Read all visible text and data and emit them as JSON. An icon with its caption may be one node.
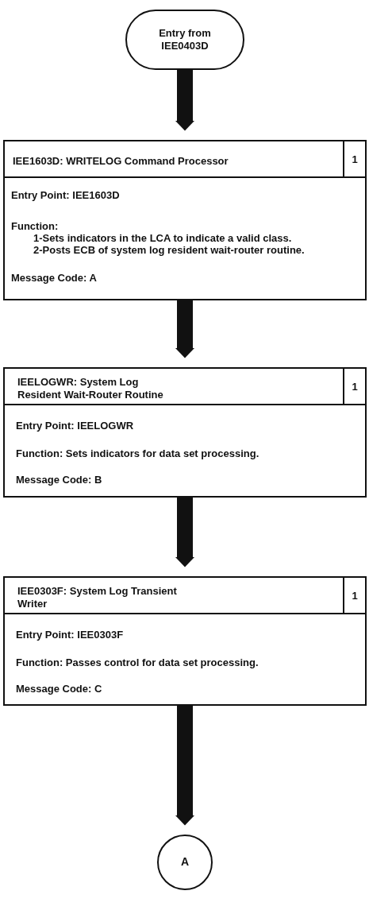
{
  "diagram": {
    "nodes": [
      {
        "text": [
          "Entry from IEE0403D"
        ]
      },
      {
        "text": [
          "IEE1603D: WRITELOG Command Processor",
          "1",
          "Entry Point: IEE1603D",
          "Function:",
          "1-Sets indicators in the LCA to indicate a valid class.",
          "2-Posts ECB of system log resident wait-router routine.",
          "Message Code: A"
        ]
      },
      {
        "text": [
          "IEELOGWR: System Log Resident Wait-Router Routine",
          "1",
          "Entry Point: IEELOGWR",
          "Function: Sets indicators for data set processing.",
          "Message Code: B"
        ]
      },
      {
        "text": [
          "IEE0303F: System Log Transient Writer",
          "1",
          "Entry Point: IEE0303F",
          "Function: Passes control for data set processing.",
          "Message Code: C"
        ]
      },
      {
        "text": [
          "A"
        ]
      }
    ],
    "edges": [
      {
        "from": 0,
        "to": 1,
        "arrow": "to"
      },
      {
        "from": 1,
        "to": 2,
        "arrow": "to"
      },
      {
        "from": 2,
        "to": 3,
        "arrow": "to"
      },
      {
        "from": 3,
        "to": 4,
        "arrow": "to"
      }
    ]
  }
}
